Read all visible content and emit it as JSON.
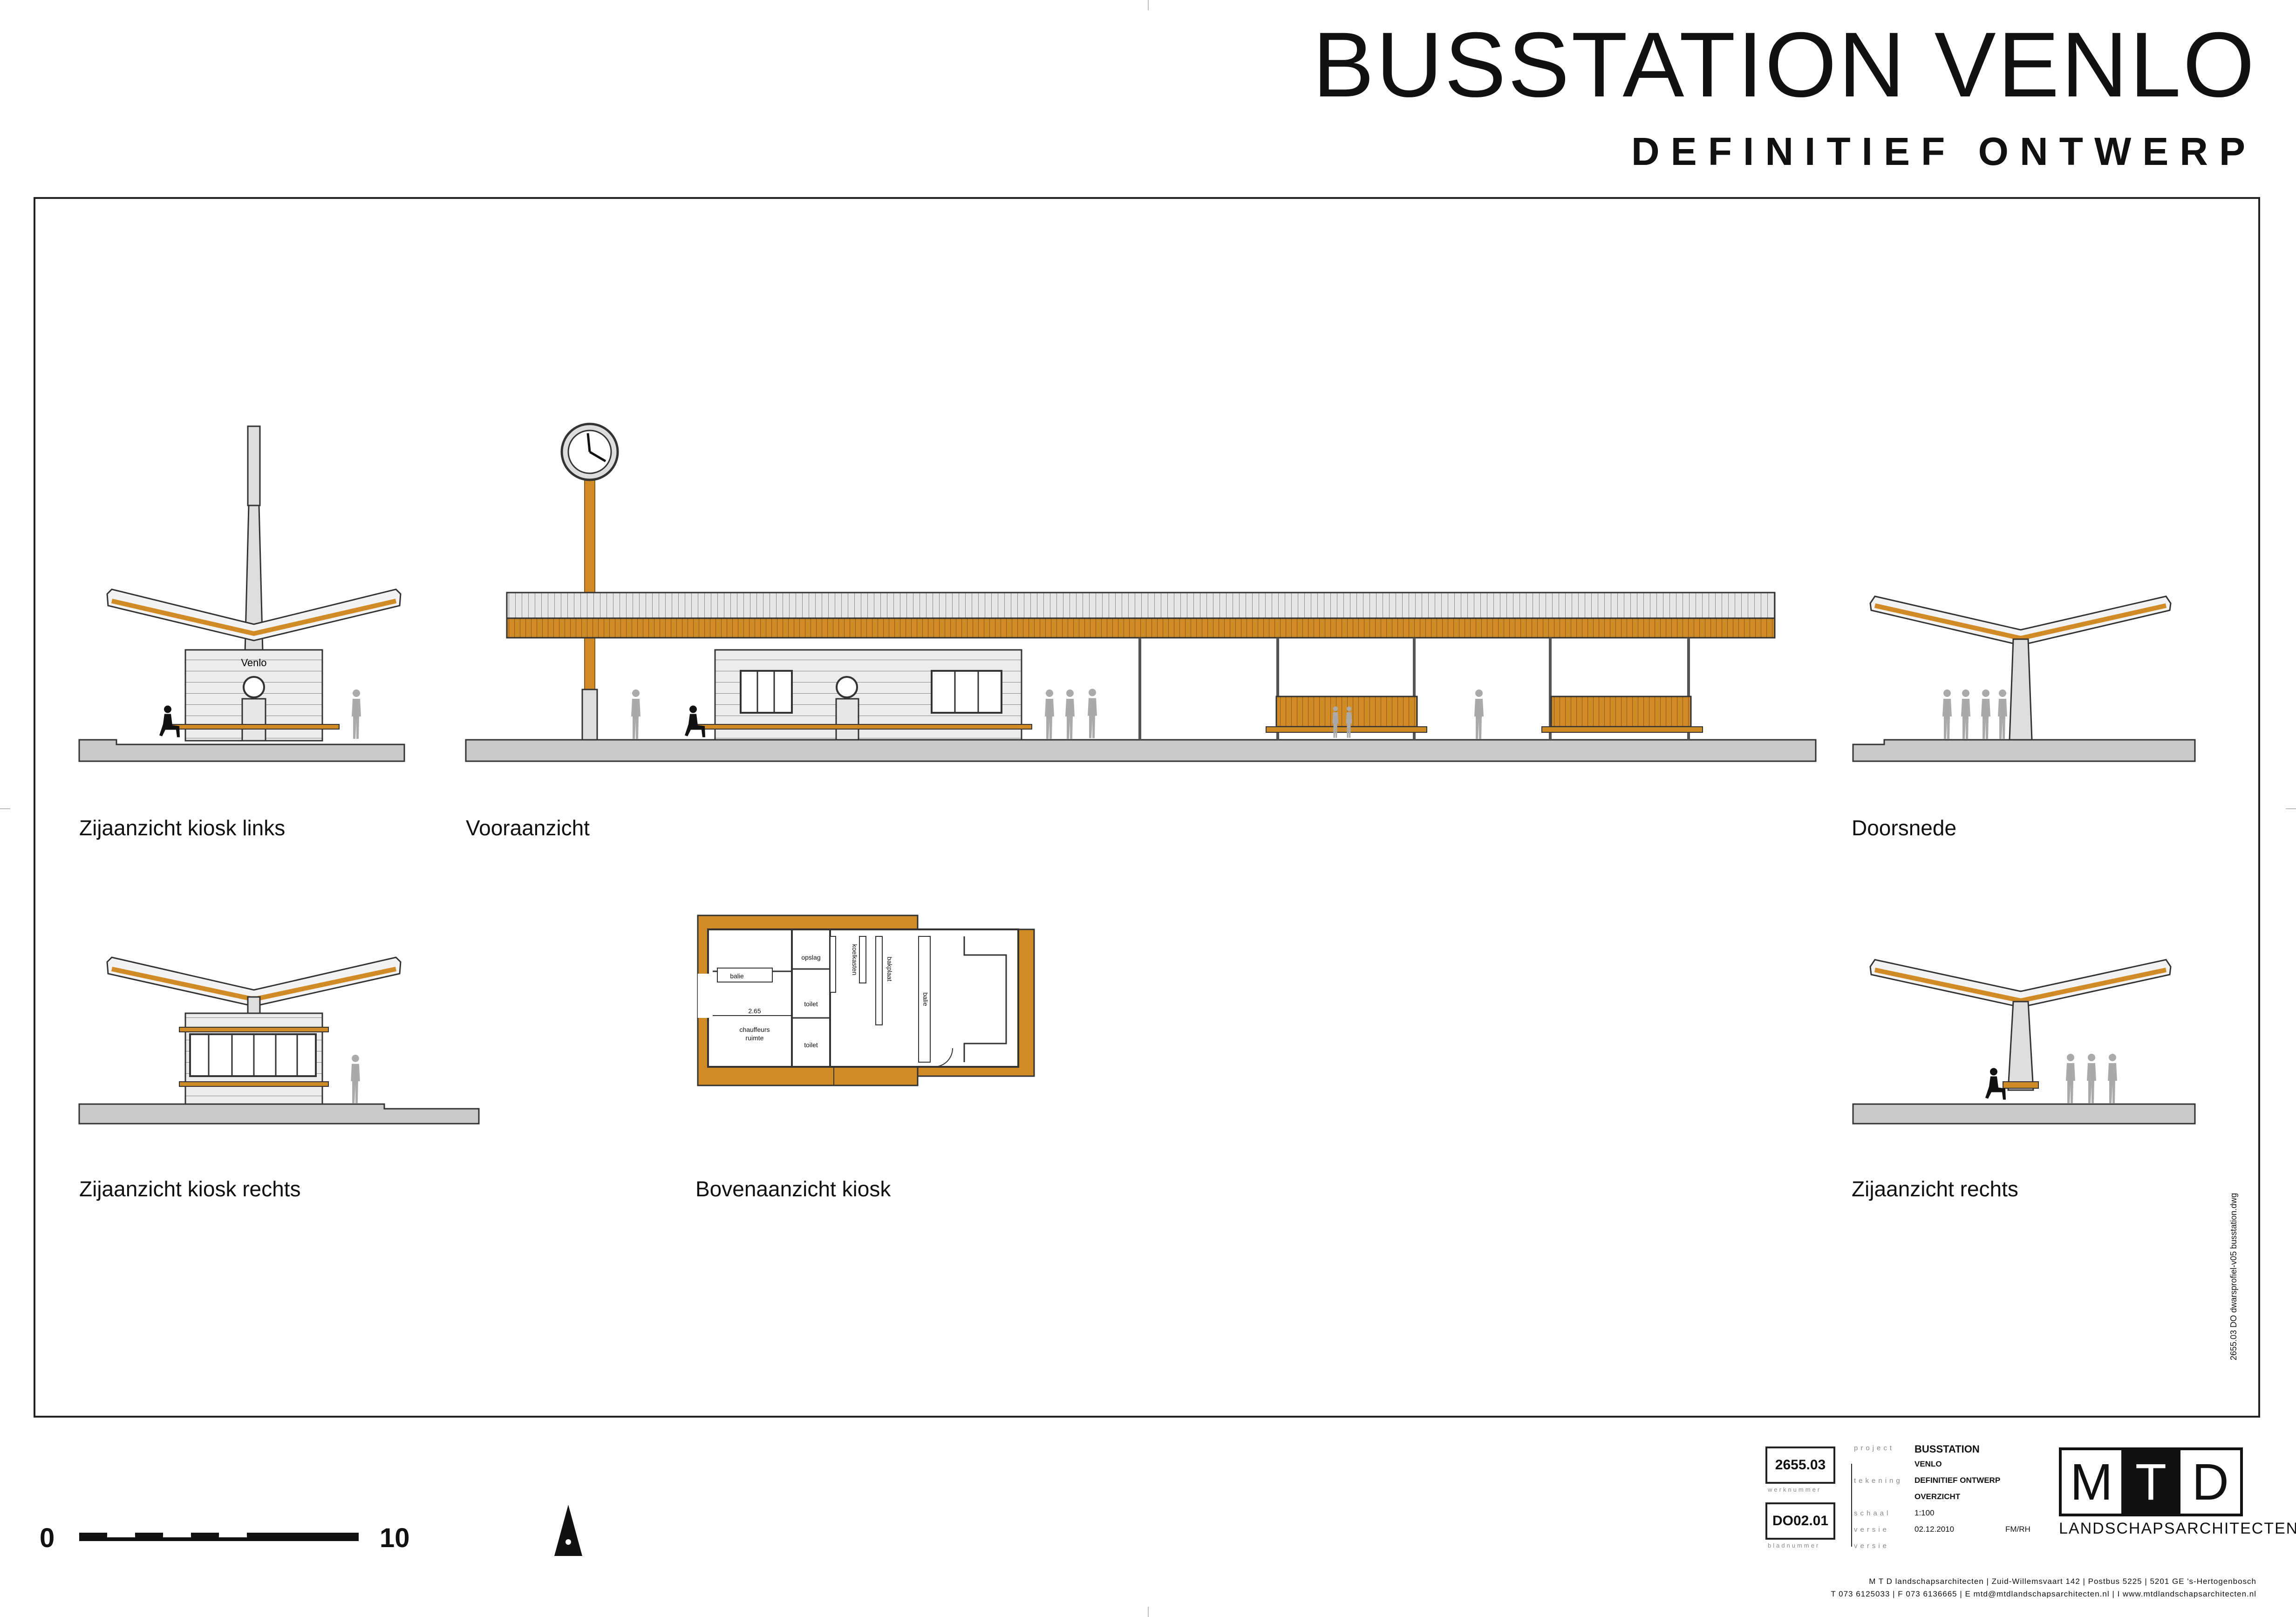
{
  "header": {
    "title": "BUSSTATION VENLO",
    "subtitle": "DEFINITIEF ONTWERP"
  },
  "views": {
    "kiosk_left": "Zijaanzicht kiosk links",
    "front": "Vooraanzicht",
    "section": "Doorsnede",
    "kiosk_right": "Zijaanzicht kiosk rechts",
    "plan": "Bovenaanzicht kiosk",
    "side_right": "Zijaanzicht rechts",
    "kiosk_sign": "Venlo"
  },
  "plan_labels": {
    "balie": "balie",
    "opslag": "opslag",
    "toilet": "toilet",
    "chauffeurs": "chauffeurs",
    "ruimte": "ruimte",
    "dimension": "2.65",
    "koelkasten": "koelkasten",
    "bakplaat": "bakplaat"
  },
  "side_note": "2655.03 DO dwarsprofiel-v05 busstation.dwg",
  "title_block": {
    "werknummer_value": "2655.03",
    "werknummer_label": "werknummer",
    "bladnummer_value": "DO02.01",
    "bladnummer_label": "bladnummer",
    "project_label": "project",
    "project_value_1": "BUSSTATION",
    "project_value_2": "VENLO",
    "tekening_label": "tekening",
    "tekening_value_1": "DEFINITIEF ONTWERP",
    "tekening_value_2": "OVERZICHT",
    "schaal_label": "schaal",
    "schaal_value": "1:100",
    "versie_label": "versie",
    "versie_value": "02.12.2010",
    "versie_initials": "FM/RH",
    "versie2_label": "versie"
  },
  "logo": {
    "letters": [
      "M",
      "T",
      "D"
    ],
    "tagline": "LANDSCHAPSARCHITECTEN"
  },
  "footer": {
    "line1": "M T D landschapsarchitecten | Zuid-Willemsvaart 142 | Postbus 5225 | 5201 GE 's-Hertogenbosch",
    "line2": "T 073 6125033 | F 073 6136665 | E mtd@mtdlandschapsarchitecten.nl | I www.mtdlandschapsarchitecten.nl"
  },
  "scale_bar": {
    "start": "0",
    "end": "10"
  },
  "colors": {
    "wood": "#d08a26",
    "concrete": "#c9c9c9",
    "outline": "#333333",
    "figure": "#aaaaaa"
  }
}
